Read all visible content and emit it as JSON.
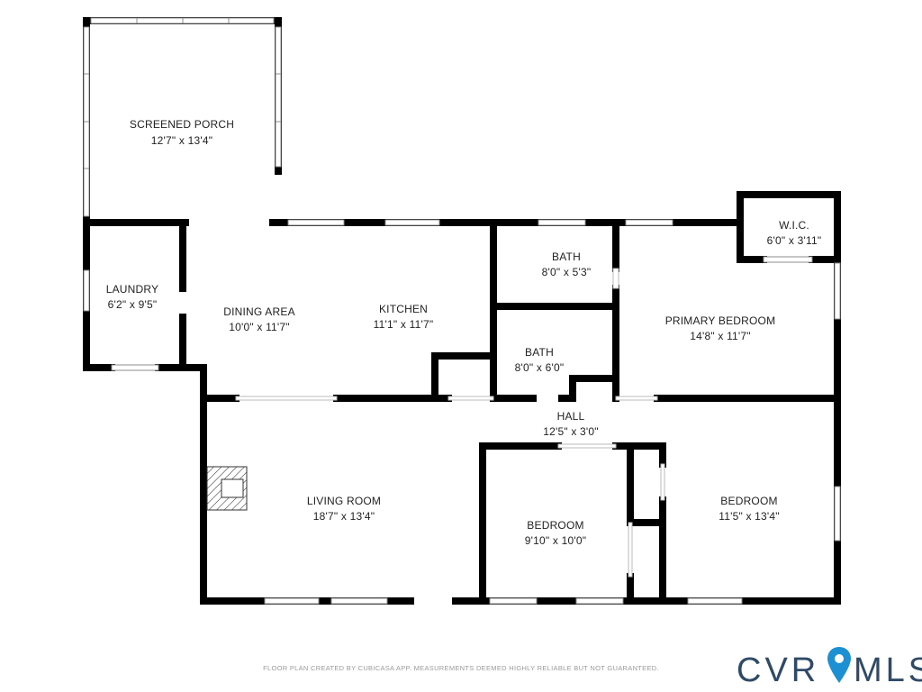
{
  "rooms": {
    "screened_porch": {
      "name": "SCREENED PORCH",
      "dim": "12'7\" x 13'4\""
    },
    "laundry": {
      "name": "LAUNDRY",
      "dim": "6'2\" x 9'5\""
    },
    "dining_area": {
      "name": "DINING AREA",
      "dim": "10'0\" x 11'7\""
    },
    "kitchen": {
      "name": "KITCHEN",
      "dim": "11'1\" x 11'7\""
    },
    "bath_1": {
      "name": "BATH",
      "dim": "8'0\" x 5'3\""
    },
    "bath_2": {
      "name": "BATH",
      "dim": "8'0\" x 6'0\""
    },
    "wic": {
      "name": "W.I.C.",
      "dim": "6'0\" x 3'11\""
    },
    "primary_bedroom": {
      "name": "PRIMARY BEDROOM",
      "dim": "14'8\" x 11'7\""
    },
    "hall": {
      "name": "HALL",
      "dim": "12'5\" x 3'0\""
    },
    "living_room": {
      "name": "LIVING ROOM",
      "dim": "18'7\" x 13'4\""
    },
    "bedroom_1": {
      "name": "BEDROOM",
      "dim": "9'10\" x 10'0\""
    },
    "bedroom_2": {
      "name": "BEDROOM",
      "dim": "11'5\" x 13'4\""
    }
  },
  "footer": {
    "disclaimer": "FLOOR PLAN CREATED BY CUBICASA APP. MEASUREMENTS DEEMED HIGHLY RELIABLE BUT NOT GUARANTEED."
  },
  "logo": {
    "left": "CVR",
    "right": "MLS",
    "icon": "map-pin-icon"
  },
  "colors": {
    "wall": "#000000",
    "window": "#8c8c8c",
    "logo_blue": "#2e4a66",
    "logo_pin": "#1d90d3"
  }
}
